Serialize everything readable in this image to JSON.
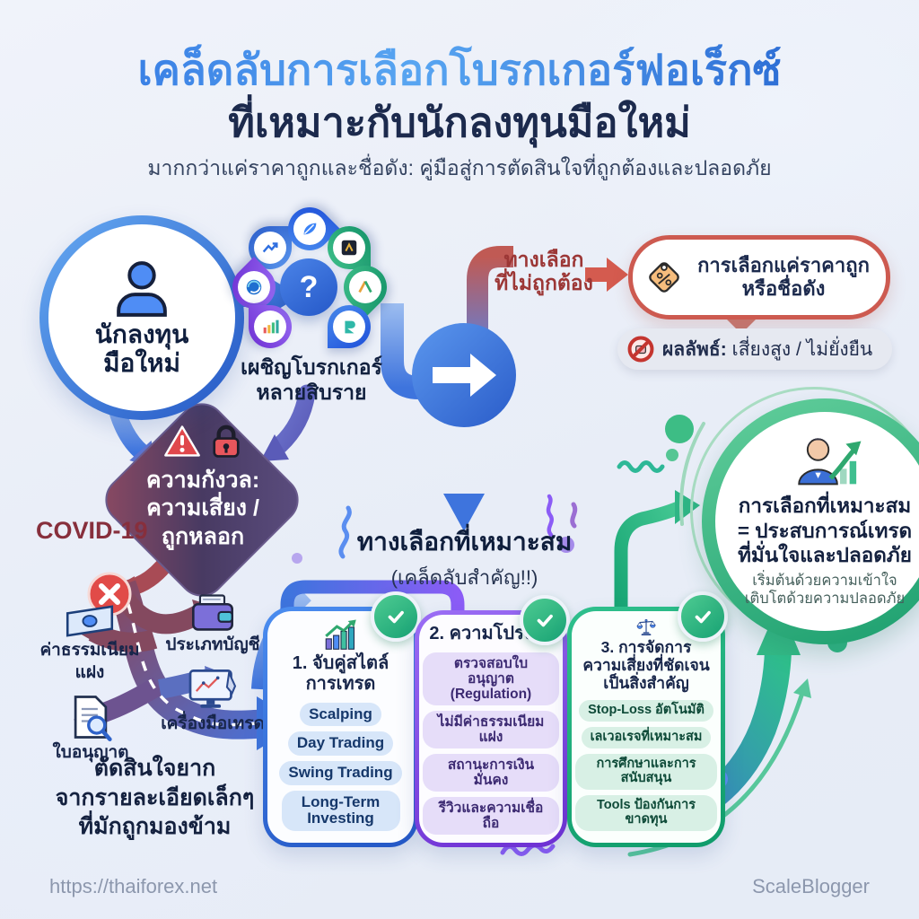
{
  "header": {
    "title_line1": "เคล็ดลับการเลือกโบรกเกอร์ฟอเร็กซ์",
    "title_line2": "ที่เหมาะกับนักลงทุนมือใหม่",
    "subtitle": "มากกว่าแค่ราคาถูกและชื่อดัง: คู่มือสู่การตัดสินใจที่ถูกต้องและปลอดภัย"
  },
  "investor": {
    "label_line1": "นักลงทุน",
    "label_line2": "มือใหม่"
  },
  "brokers": {
    "center_symbol": "?",
    "caption_line1": "เผชิญโบรกเกอร์",
    "caption_line2": "หลายสิบราย"
  },
  "wrong_path": {
    "label_line1": "ทางเลือก",
    "label_line2": "ที่ไม่ถูกต้อง",
    "box_line1": "การเลือกแค่ราคาถูก",
    "box_line2": "หรือชื่อดัง",
    "result_label": "ผลลัพธ์:",
    "result_text": " เสี่ยงสูง / ไม่ยั่งยืน"
  },
  "concern": {
    "line1": "ความกังวล:",
    "line2": "ความเสี่ยง /",
    "line3": "ถูกหลอก",
    "covid": "COVID-19"
  },
  "pain_points": {
    "fees_line1": "ค่าธรรมเนียม",
    "fees_line2": "แฝง",
    "account_types": "ประเภทบัญชี",
    "trading_tools": "เครื่องมือเทรด",
    "license": "ใบอนุญาต",
    "caption_line1": "ตัดสินใจยาก",
    "caption_line2": "จากรายละเอียดเล็กๆ",
    "caption_line3": "ที่มักถูกมองข้าม"
  },
  "right_path": {
    "label_line1": "ทางเลือกที่เหมาะสม",
    "label_line2": "(เคล็ดลับสำคัญ!!)"
  },
  "steps": [
    {
      "title_lines": [
        "1. จับคู่สไตล์",
        "การเทรด"
      ],
      "items": [
        "Scalping",
        "Day Trading",
        "Swing Trading",
        "Long-Term Investing"
      ]
    },
    {
      "title_lines": [
        "2. ความโปร่งใส",
        ""
      ],
      "items": [
        "ตรวจสอบใบอนุญาต (Regulation)",
        "ไม่มีค่าธรรมเนียมแฝง",
        "สถานะการเงินมั่นคง",
        "รีวิวและความเชื่อถือ"
      ]
    },
    {
      "title_lines": [
        "3. การจัดการ",
        "ความเสี่ยงที่ชัดเจน",
        "เป็นสิ่งสำคัญ"
      ],
      "items": [
        "Stop-Loss อัตโนมัติ",
        "เลเวอเรจที่เหมาะสม",
        "การศึกษาและการสนับสนุน",
        "Tools ป้องกันการขาดทุน"
      ]
    }
  ],
  "outcome": {
    "line1": "การเลือกที่เหมาะสม",
    "line2": "= ประสบการณ์เทรด",
    "line3": "ที่มั่นใจและปลอดภัย",
    "sub_line1": "เริ่มต้นด้วยความเข้าใจ",
    "sub_line2": "เติบโตด้วยความปลอดภัย"
  },
  "footer": {
    "url": "https://thaiforex.net",
    "credit": "ScaleBlogger"
  },
  "colors": {
    "accent_blue": "#3b82f6",
    "accent_purple": "#8b5cf6",
    "accent_green": "#10b981",
    "danger_red": "#cd5a50",
    "title_navy": "#1c2a4d"
  }
}
